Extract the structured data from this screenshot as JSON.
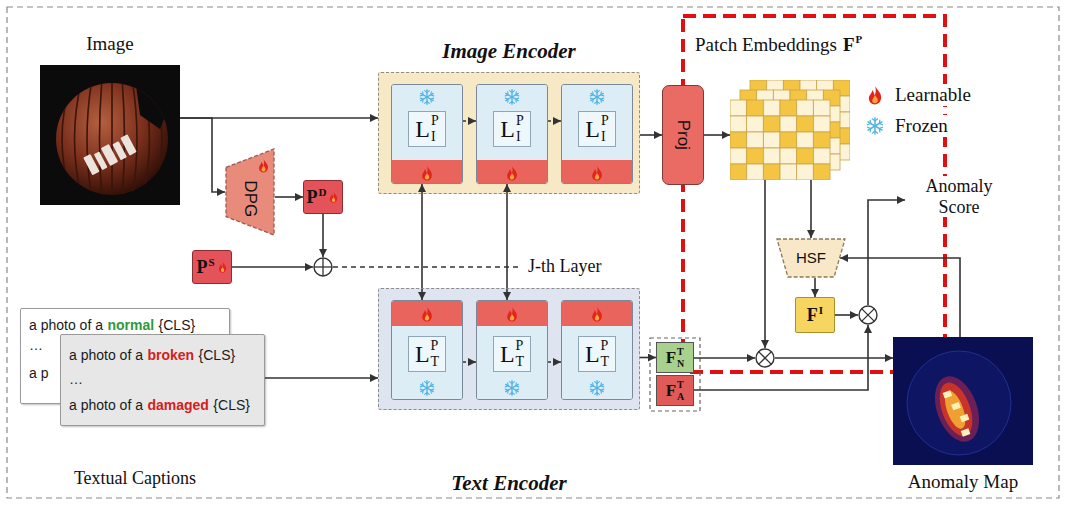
{
  "diagram": {
    "nodes": [
      {
        "text": [
          "Image"
        ]
      },
      {
        "text": [
          "Image Encoder"
        ]
      },
      {
        "text": [
          "L",
          "P",
          "I"
        ],
        "in": 1
      },
      {
        "text": [
          "L",
          "P",
          "I"
        ],
        "in": 1
      },
      {
        "text": [
          "L",
          "P",
          "I"
        ],
        "in": 1
      },
      {
        "text": [
          "Proj"
        ]
      },
      {
        "text": [
          "Patch Embeddings",
          "F",
          "P"
        ]
      },
      {
        "text": [
          "DPG"
        ]
      },
      {
        "text": [
          "P",
          "D"
        ]
      },
      {
        "text": [
          "HSF"
        ]
      },
      {
        "text": [
          "P",
          "S"
        ]
      },
      {
        "text": [
          "F",
          "I"
        ]
      },
      {
        "text": [
          "a photo of a",
          "normal",
          "{CLS}",
          "…",
          "a p"
        ]
      },
      {
        "text": [
          "a photo of a",
          "broken",
          "{CLS}",
          "…",
          "a photo of a",
          "damaged",
          "{CLS}"
        ]
      },
      {
        "text": [
          "Text Encoder"
        ]
      },
      {
        "text": [
          "L",
          "P",
          "T"
        ],
        "in": 14
      },
      {
        "text": [
          "L",
          "P",
          "T"
        ],
        "in": 14
      },
      {
        "text": [
          "L",
          "P",
          "T"
        ],
        "in": 14
      },
      {
        "text": [
          "F",
          "T",
          "N"
        ]
      },
      {
        "text": [
          "F",
          "T",
          "A"
        ]
      },
      {
        "text": [
          "Anomaly Map"
        ]
      }
    ],
    "edges": [
      {
        "from": 0,
        "to": 1,
        "arrow": "to"
      },
      {
        "from": 0,
        "to": 7,
        "arrow": "to"
      },
      {
        "from": 7,
        "to": 8,
        "arrow": "to"
      },
      {
        "from": 2,
        "to": 3,
        "arrow": "to"
      },
      {
        "from": 3,
        "to": 4,
        "arrow": "to"
      },
      {
        "from": 1,
        "to": 5,
        "arrow": "to"
      },
      {
        "from": 5,
        "to": 6,
        "arrow": "to"
      },
      {
        "from": 6,
        "to": 9,
        "arrow": "to"
      },
      {
        "from": 9,
        "to": 11,
        "arrow": "to"
      },
      {
        "from": 20,
        "to": 9,
        "arrow": "to"
      },
      {
        "from": 13,
        "to": 14,
        "arrow": "to"
      },
      {
        "from": 15,
        "to": 16,
        "arrow": "to"
      },
      {
        "from": 16,
        "to": 17,
        "arrow": "to"
      },
      {
        "from": 2,
        "to": 15,
        "arrow": "both"
      },
      {
        "from": 3,
        "to": 16,
        "arrow": "both"
      },
      {
        "from": 14,
        "to": 18,
        "arrow": "to"
      }
    ],
    "labels": [
      "J-th Layer",
      "Textual Captions",
      "Anomaly Score"
    ],
    "legend": [
      {
        "text": "Learnable"
      },
      {
        "text": "Frozen"
      }
    ]
  }
}
